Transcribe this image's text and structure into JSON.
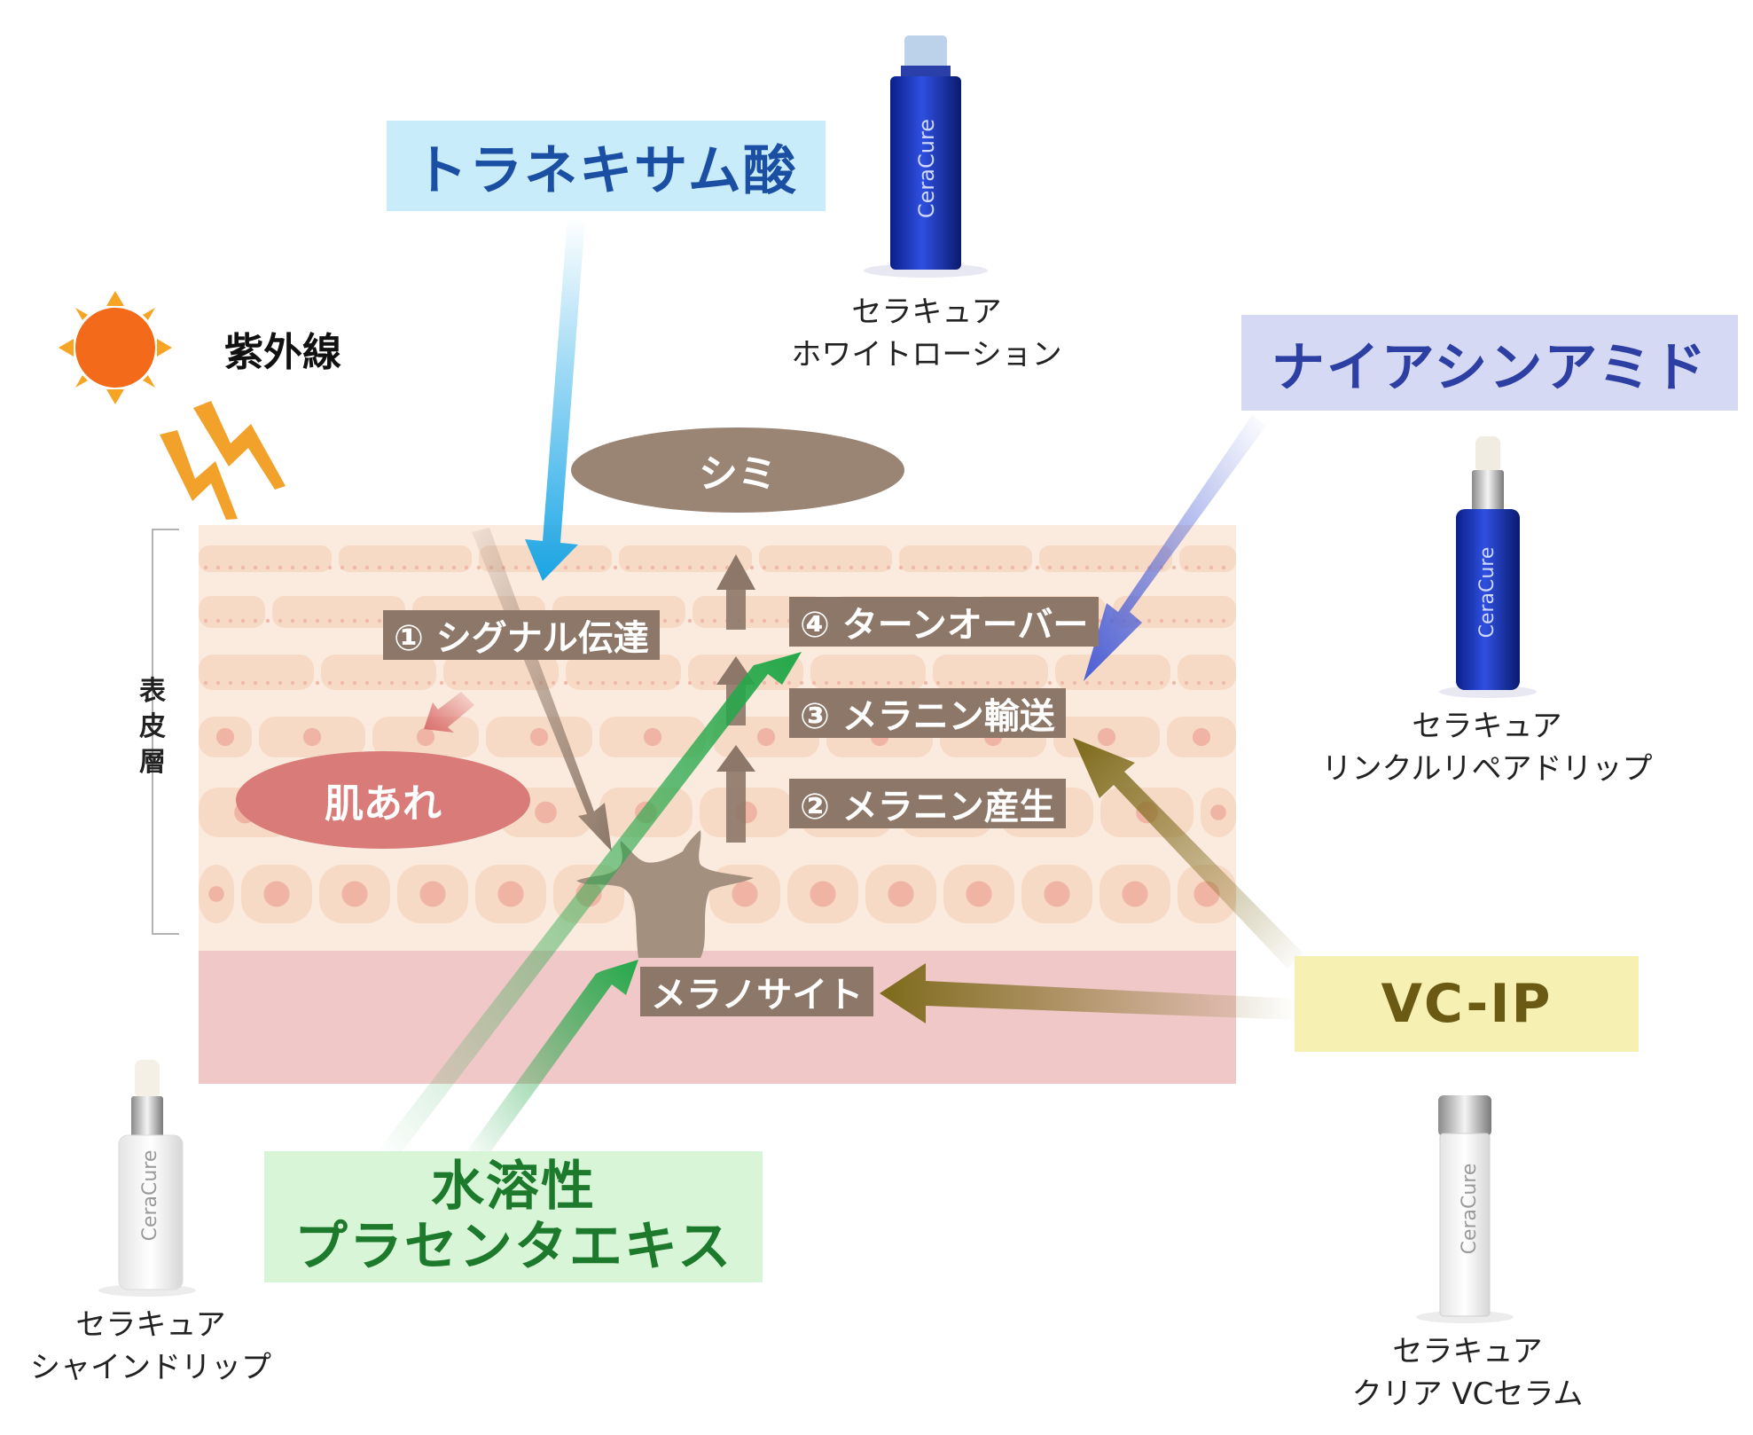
{
  "sun_label": "紫外線",
  "layer_label": "表皮層",
  "ingredients": {
    "tranexamic": "トラネキサム酸",
    "niacinamide": "ナイアシンアミド",
    "vcip": "VC-IP",
    "placenta_line1": "水溶性",
    "placenta_line2": "プラセンタエキス"
  },
  "skin_labels": {
    "shimi": "シミ",
    "hadaare": "肌あれ",
    "melanocyte": "メラノサイト"
  },
  "steps": {
    "step1": "① シグナル伝達",
    "step2": "② メラニン産生",
    "step3": "③ メラニン輸送",
    "step4": "④ ターンオーバー"
  },
  "products": {
    "white_lotion": {
      "line1": "セラキュア",
      "line2": "ホワイトローション",
      "brand": "CeraCure"
    },
    "wrinkle_drip": {
      "line1": "セラキュア",
      "line2": "リンクルリペアドリップ",
      "brand": "CeraCure"
    },
    "shine_drip": {
      "line1": "セラキュア",
      "line2": "シャインドリップ",
      "brand": "CeraCure"
    },
    "clear_vc": {
      "line1": "セラキュア",
      "line2": "クリア VCセラム",
      "brand": "CeraCure"
    }
  },
  "colors": {
    "tranexamic_bg": "#c9ecfa",
    "tranexamic_text": "#1a4fa3",
    "niacinamide_bg": "#d6d9f3",
    "niacinamide_text": "#2d3fa3",
    "vcip_bg": "#f6f1b3",
    "vcip_text": "#6b5a13",
    "placenta_bg": "#d8f5d8",
    "placenta_text": "#1d7a2c",
    "tag_bg": "#8c7768",
    "dermis": "#efc8c7",
    "epidermis": "#fbeade"
  }
}
